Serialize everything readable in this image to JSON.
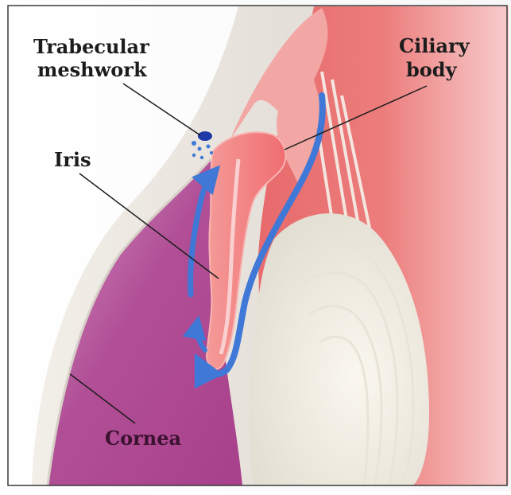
{
  "labels": {
    "trabecular_line1": "Trabecular",
    "trabecular_line2": "meshwork",
    "ciliary_line1": "Ciliary",
    "ciliary_line2": "body",
    "iris": "Iris",
    "cornea": "Cornea"
  },
  "colors": {
    "frame": "#3a3a3a",
    "label_text": "#1c1c1c",
    "cornea_text": "#3b1230",
    "aqueous_flow": "#3f78d6",
    "ciliary_tissue": "#f08c8c",
    "sclera": "#eee8e2",
    "anterior_chamber": "#b64e97",
    "lens": "#f2efe6"
  }
}
